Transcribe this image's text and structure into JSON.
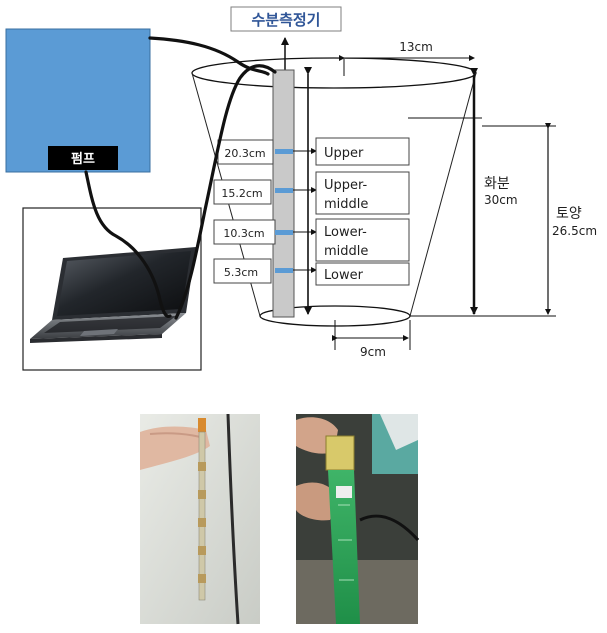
{
  "diagram": {
    "title": "수분측정기",
    "pump_label": "펌프",
    "top_width": "13cm",
    "bottom_width": "9cm",
    "pot_label": "화분",
    "pot_height": "30cm",
    "soil_label": "토양",
    "soil_height": "26.5cm",
    "depths": [
      "20.3cm",
      "15.2cm",
      "10.3cm",
      "5.3cm"
    ],
    "layers": {
      "upper": "Upper",
      "upper_middle_1": "Upper-",
      "upper_middle_2": "middle",
      "lower_middle_1": "Lower-",
      "lower_middle_2": "middle",
      "lower": "Lower"
    }
  },
  "colors": {
    "pump_box": "#5b9bd5",
    "title_text": "#2f5597",
    "sensor_rod": "#c9c9c9",
    "sensor_connector": "#5b9bd5"
  }
}
